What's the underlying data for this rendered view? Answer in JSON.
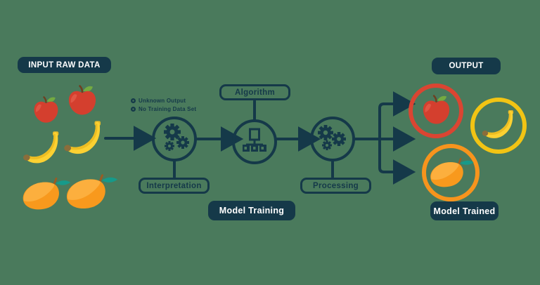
{
  "diagram": {
    "title_hint": "Unsupervised machine learning flow diagram",
    "colors": {
      "background": "#4a7a5c",
      "navy": "#153949",
      "white": "#ffffff",
      "ring_apple": "#da4532",
      "ring_banana": "#f2c414",
      "ring_mango": "#f7941d",
      "apple_red": "#d43f2e",
      "banana_yellow": "#fcd132",
      "mango_orange": "#f8991d",
      "leaf_green": "#74aa41",
      "leaf_teal": "#169a8a"
    },
    "input": {
      "label": "INPUT RAW DATA"
    },
    "notes": [
      {
        "label": "Unknown Output"
      },
      {
        "label": "No Training Data Set"
      }
    ],
    "stages": {
      "interpretation": "Interpretation",
      "algorithm": "Algorithm",
      "processing": "Processing"
    },
    "model_training_label": "Model Training",
    "output": {
      "label": "OUTPUT"
    },
    "model_trained_label": "Model Trained",
    "input_items": [
      "apple",
      "apple",
      "banana",
      "banana",
      "mango",
      "mango"
    ],
    "output_items": [
      {
        "fruit": "apple",
        "ring_color": "#da4532"
      },
      {
        "fruit": "banana",
        "ring_color": "#f2c414"
      },
      {
        "fruit": "mango",
        "ring_color": "#f7941d"
      }
    ],
    "icons": {
      "gears-icon": "cluster of gears (interpretation / processing)",
      "hierarchy-icon": "org-chart / sitemap glyph (algorithm)",
      "arrow-icon": "right-pointing flow arrow"
    }
  }
}
